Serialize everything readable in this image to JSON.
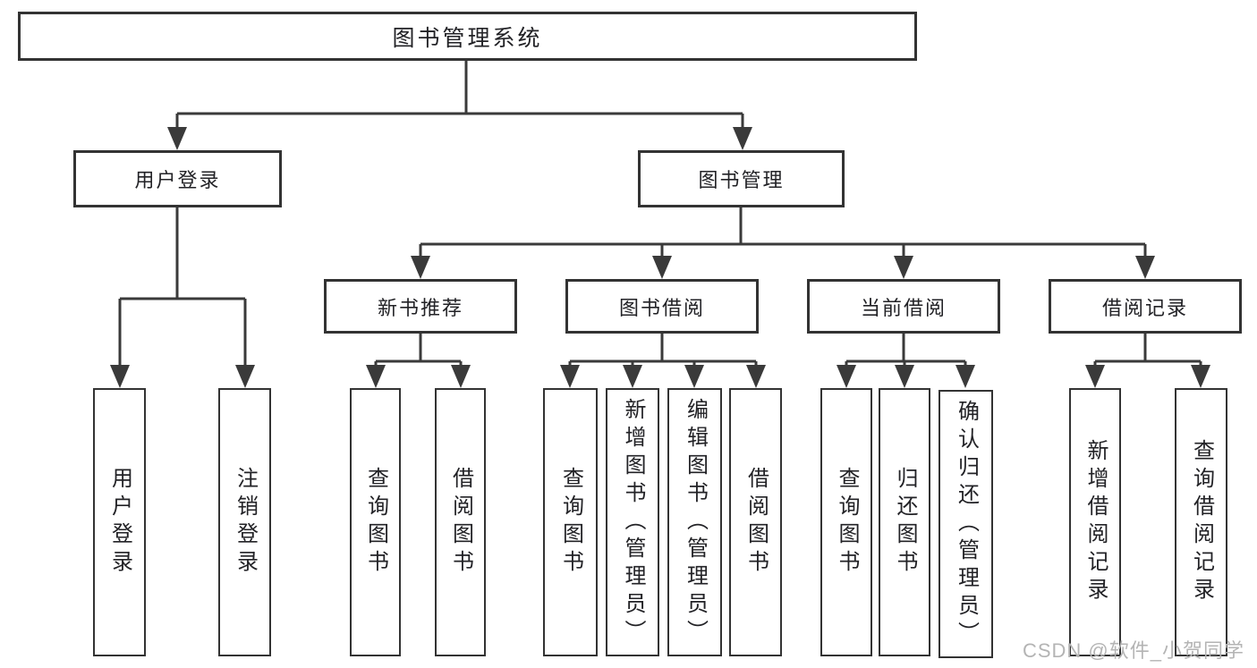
{
  "nodes": {
    "root": "图书管理系统",
    "user_login": "用户登录",
    "book_mgmt": "图书管理",
    "new_book_rec": "新书推荐",
    "book_borrow": "图书借阅",
    "current_borrow": "当前借阅",
    "borrow_records": "借阅记录",
    "login_children": [
      "用户登录",
      "注销登录"
    ],
    "new_book_children": [
      "查询图书",
      "借阅图书"
    ],
    "book_borrow_children": [
      "查询图书",
      "新增图书（管理员）",
      "编辑图书（管理员）",
      "借阅图书"
    ],
    "current_borrow_children": [
      "查询图书",
      "归还图书",
      "确认归还（管理员）"
    ],
    "borrow_record_children": [
      "新增借阅记录",
      "查询借阅记录"
    ]
  },
  "watermark": "CSDN @软件_小贺同学",
  "colors": {
    "line": "#3a3a3a",
    "box-border": "#333333",
    "text": "#222226",
    "watermark": "#b4b4b4",
    "background": "#ffffff"
  }
}
